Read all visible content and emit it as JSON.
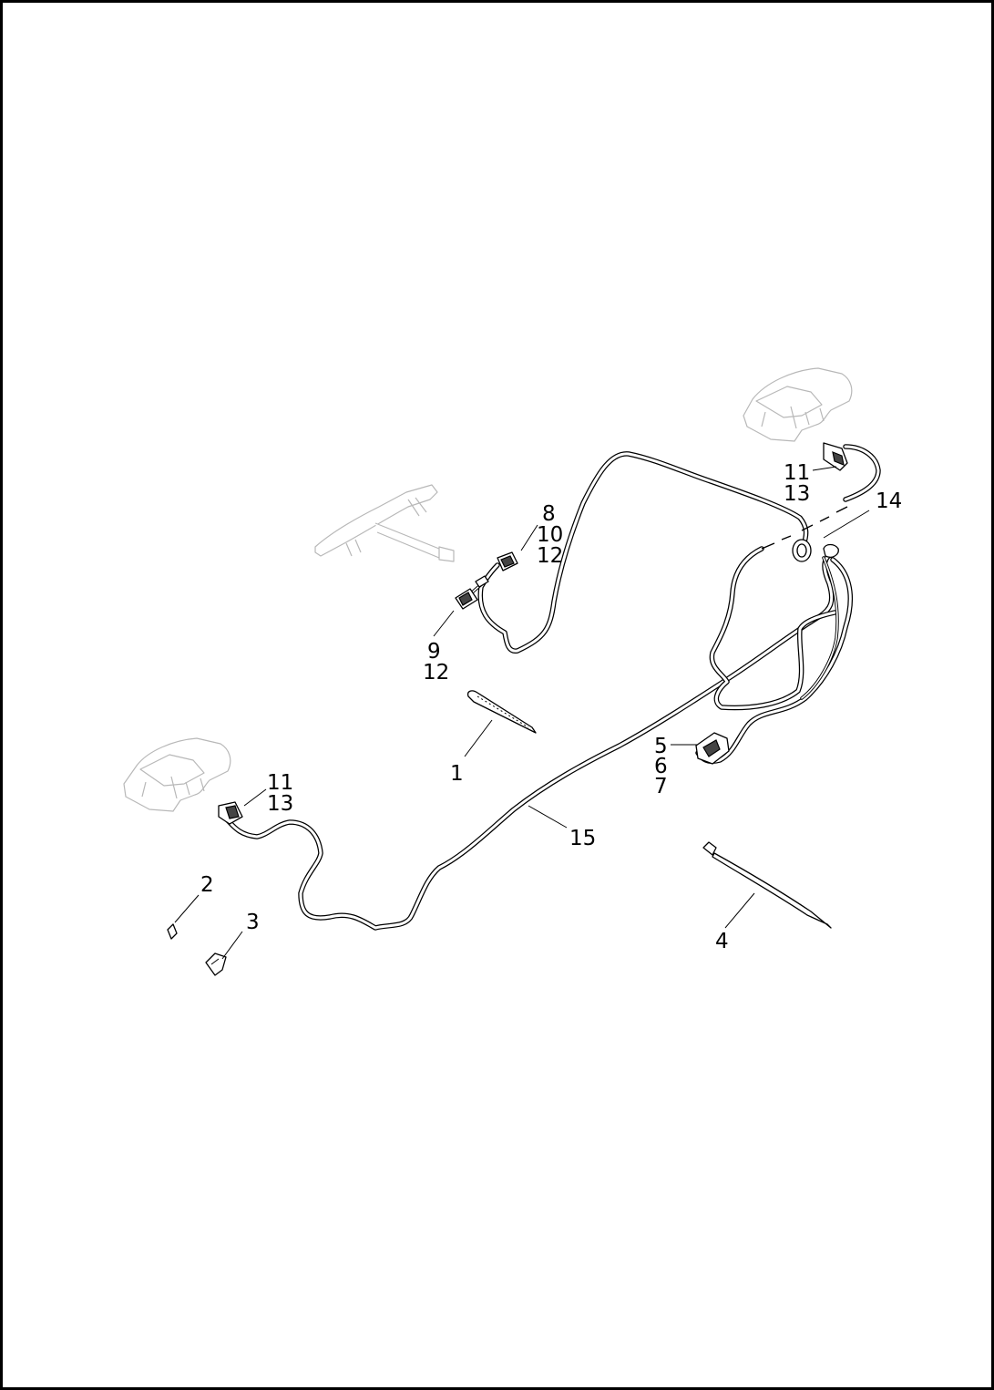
{
  "callouts": {
    "c1": "1",
    "c2": "2",
    "c3": "3",
    "c4": "4",
    "c5": "5",
    "c6": "6",
    "c7": "7",
    "c8": "8",
    "c10": "10",
    "c12a": "12",
    "c9": "9",
    "c12b": "12",
    "c11a": "11",
    "c13a": "13",
    "c14": "14",
    "c11b": "11",
    "c13b": "13",
    "c15": "15"
  },
  "colors": {
    "line": "#000000",
    "ghost_reference": "#b8b8b8",
    "background": "#ffffff"
  }
}
